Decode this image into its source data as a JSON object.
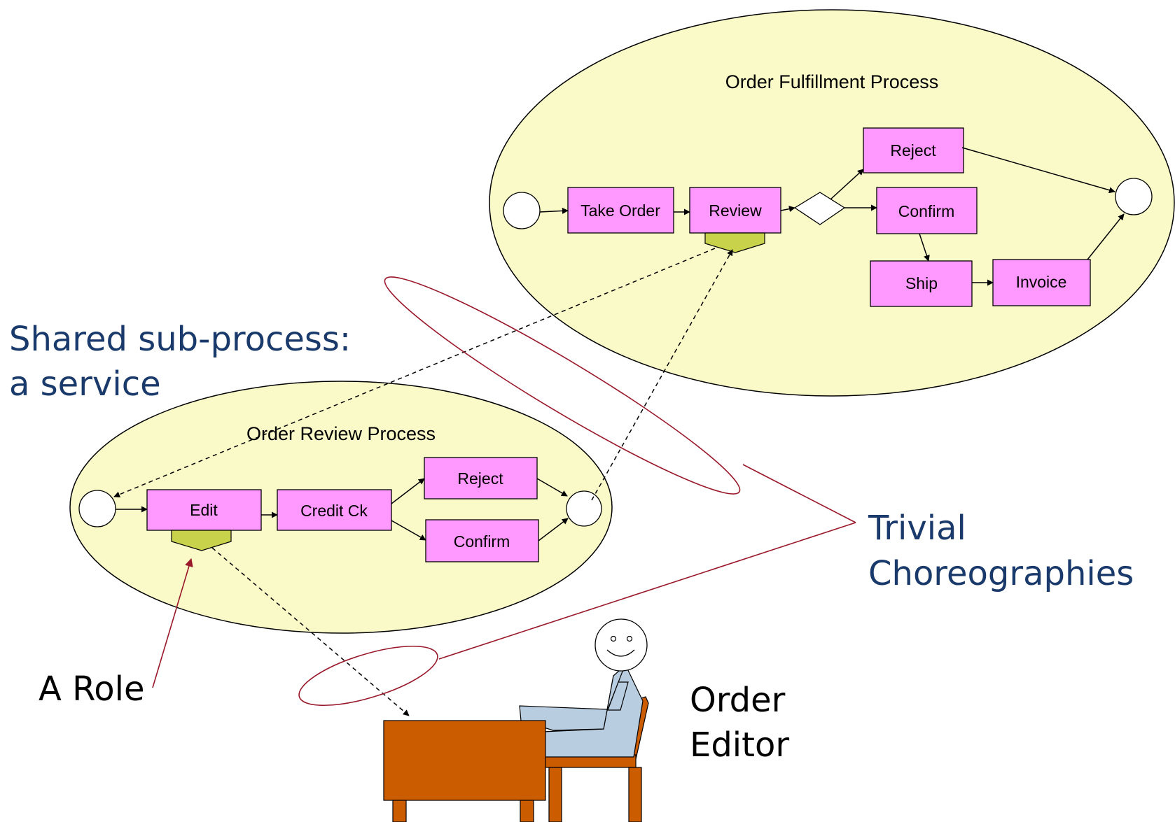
{
  "fulfillment": {
    "title": "Order Fulfillment Process",
    "take_order": "Take Order",
    "review": "Review",
    "reject": "Reject",
    "confirm": "Confirm",
    "ship": "Ship",
    "invoice": "Invoice"
  },
  "review_process": {
    "title": "Order Review Process",
    "edit": "Edit",
    "credit_check": "Credit Ck",
    "reject": "Reject",
    "confirm": "Confirm"
  },
  "annotations": {
    "shared_line1": "Shared sub-process:",
    "shared_line2": "a service",
    "trivial_line1": "Trivial",
    "trivial_line2": "Choreographies",
    "role": "A Role",
    "editor_line1": "Order",
    "editor_line2": "Editor"
  },
  "colors": {
    "process_fill": "#fafac8",
    "task_fill": "#ff99ff",
    "role_marker": "#c8d24a",
    "annotation_blue": "#1a3a6b",
    "callout_red": "#99182a",
    "desk": "#cc5c00",
    "person": "#b8cde0"
  }
}
